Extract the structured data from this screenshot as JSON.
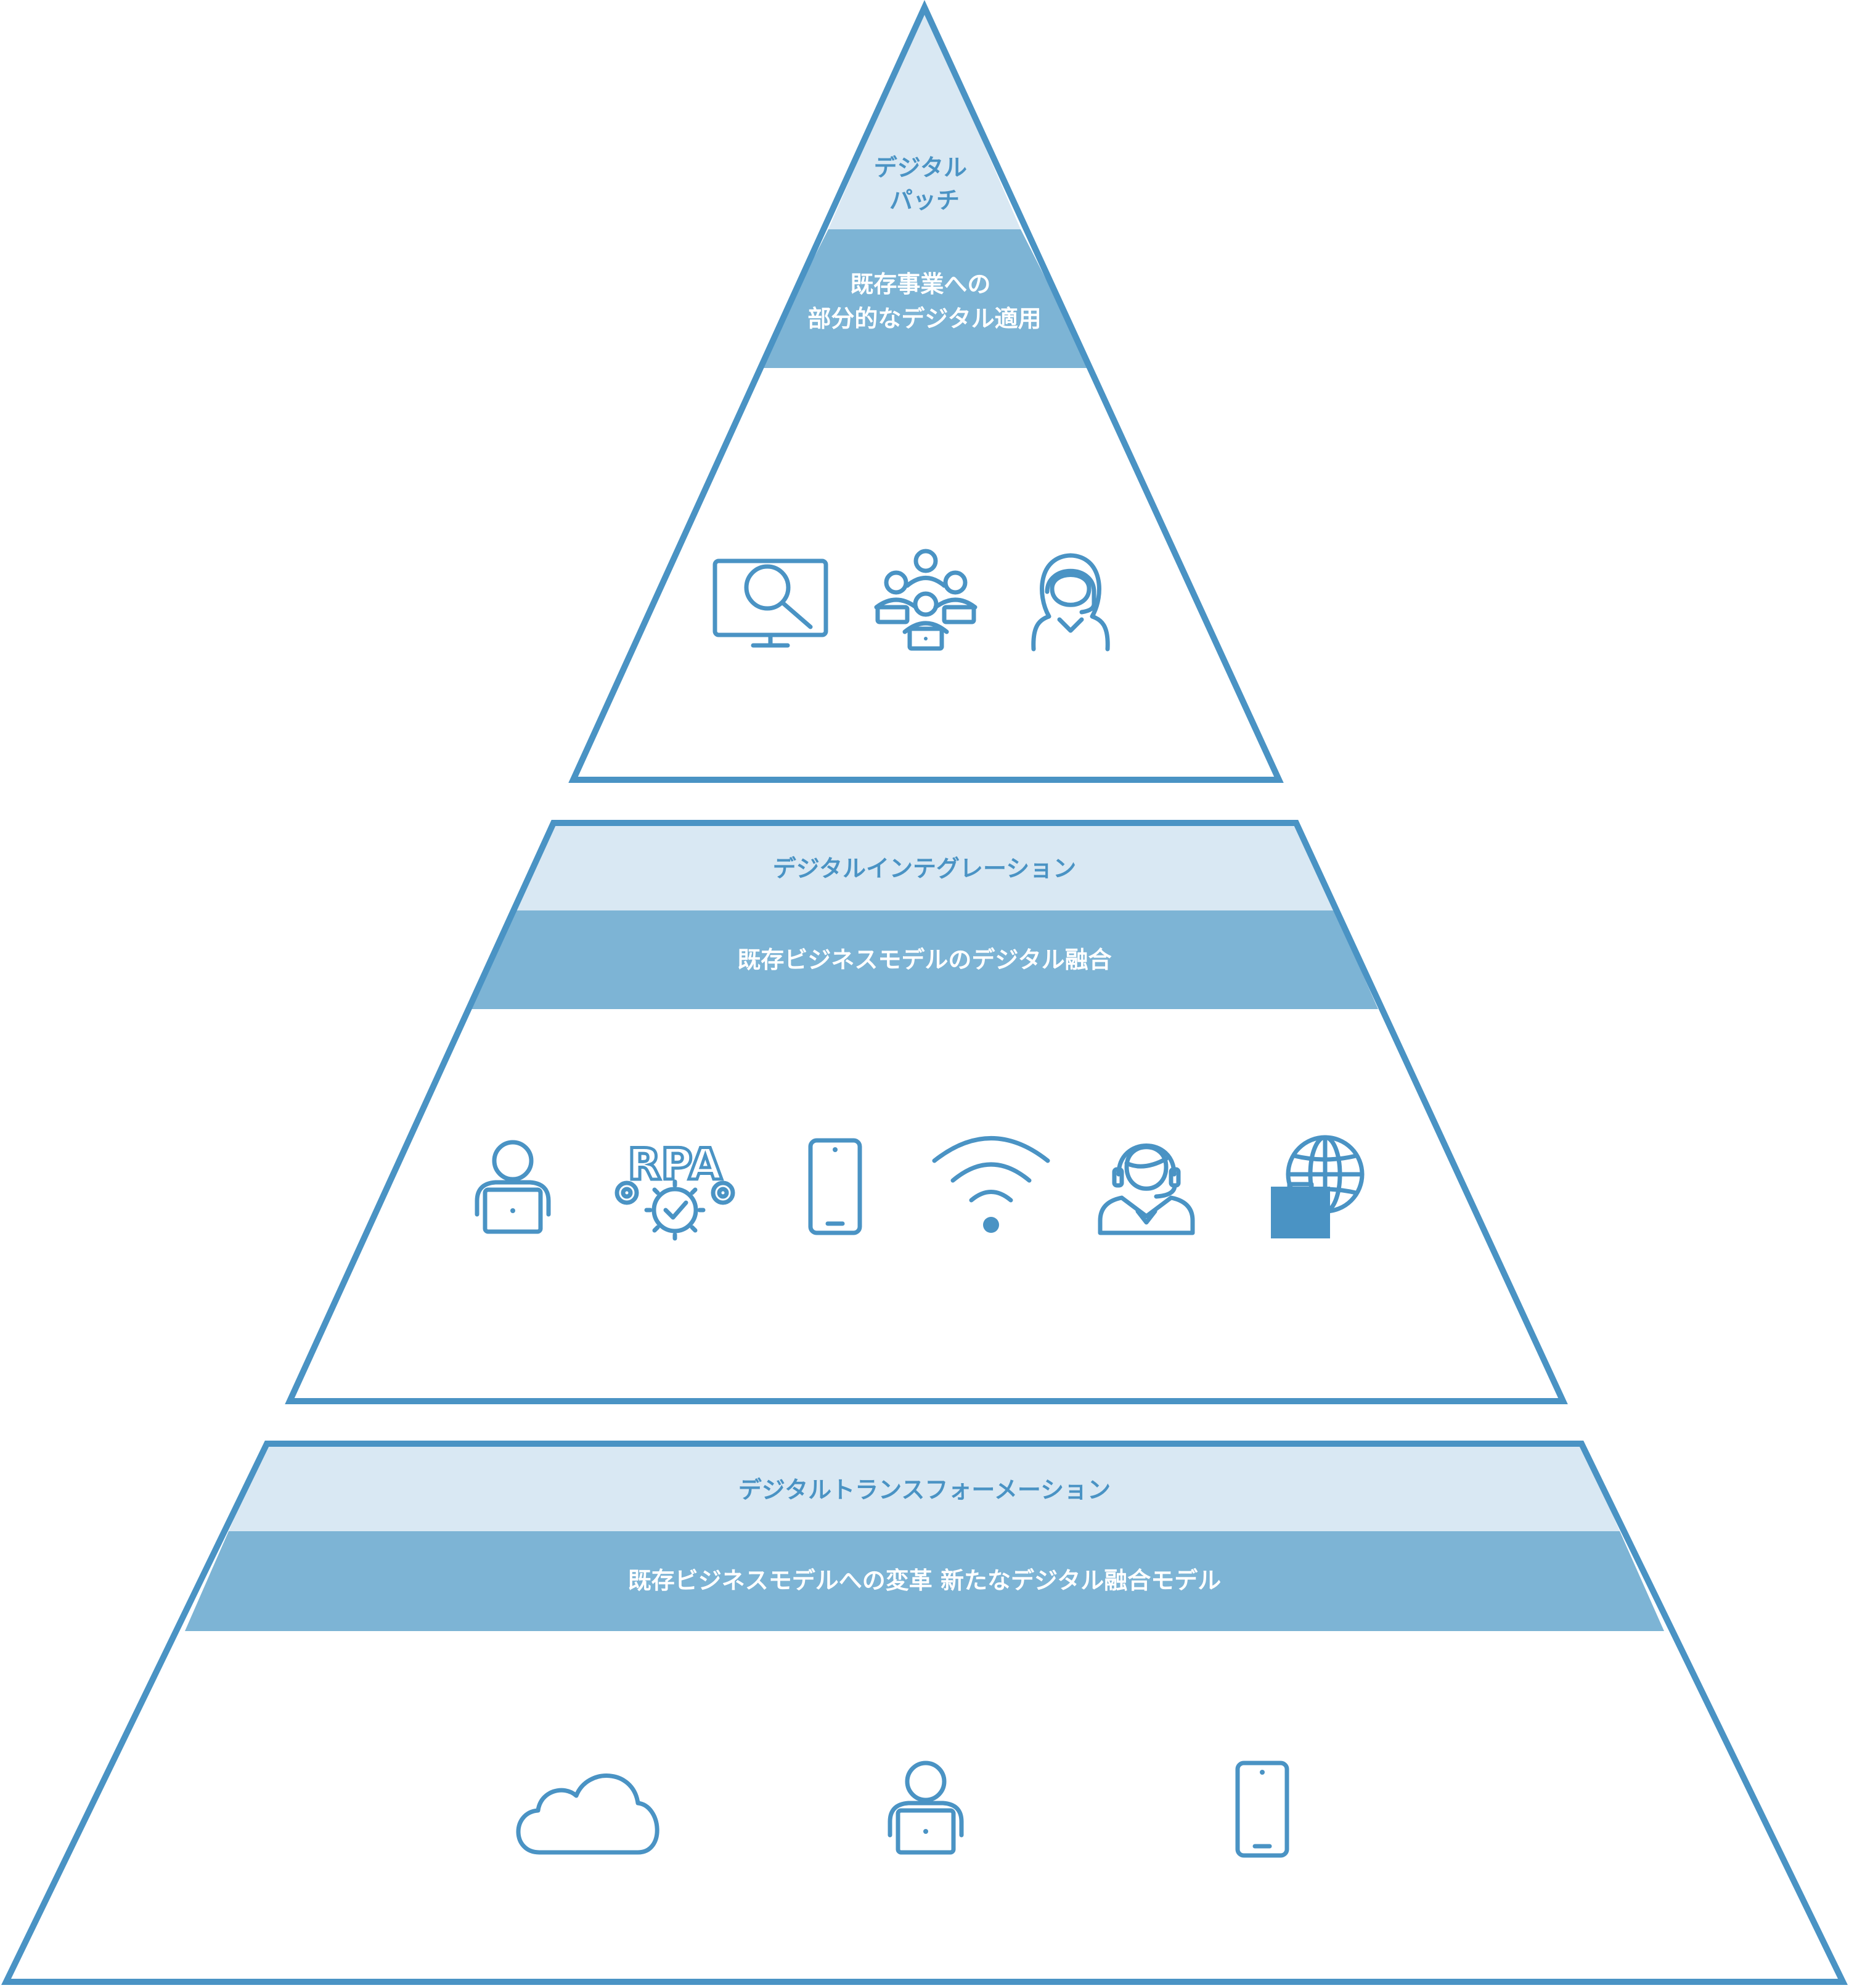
{
  "colors": {
    "outline": "#4a93c4",
    "title_band": "#d9e8f3",
    "subtitle_band": "#7db4d5",
    "title_text": "#4a93c4",
    "subtitle_text": "#ffffff",
    "background": "#ffffff"
  },
  "tiers": [
    {
      "title_lines": [
        "デジタル",
        "パッチ"
      ],
      "subtitle_lines": [
        "既存事業への",
        "部分的なデジタル適用"
      ],
      "icons": [
        "monitor-search-icon",
        "team-meeting-icon",
        "support-operator-woman-icon"
      ]
    },
    {
      "title_lines": [
        "デジタルインテグレーション"
      ],
      "subtitle_lines": [
        "既存ビジネスモデルのデジタル融合"
      ],
      "icons": [
        "remote-worker-laptop-icon",
        "rpa-gears-icon",
        "smartphone-icon",
        "wifi-icon",
        "support-operator-icon",
        "global-business-icon"
      ],
      "rpa_text": "RPA"
    },
    {
      "title_lines": [
        "デジタルトランスフォーメーション"
      ],
      "subtitle_lines": [
        "既存ビジネスモデルへの変革 新たなデジタル融合モデル"
      ],
      "icons": [
        "cloud-icon",
        "remote-worker-laptop-icon",
        "smartphone-icon"
      ]
    }
  ]
}
